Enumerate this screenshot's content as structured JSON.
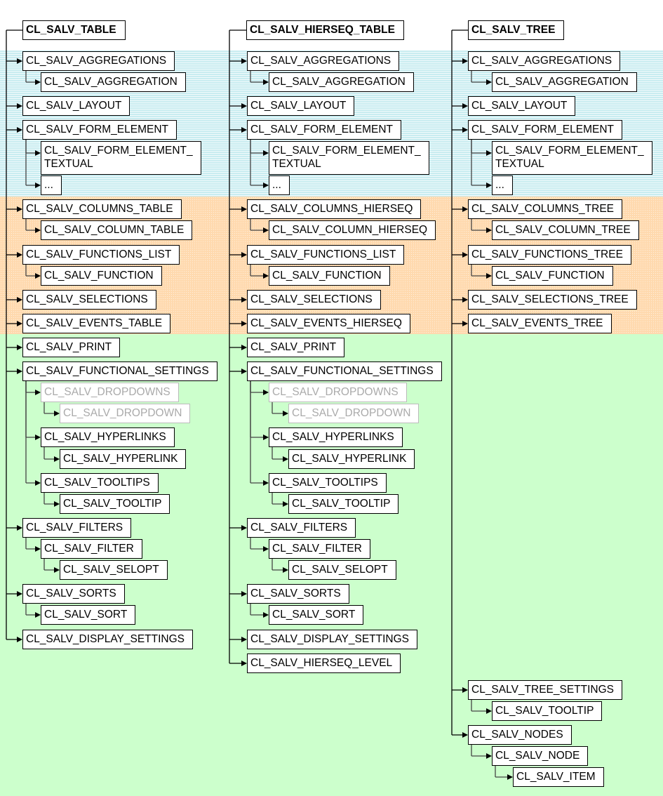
{
  "colors": {
    "band_blue": "#c8ecf0",
    "band_orange": "#ffd9ae",
    "band_green": "#ccffcc",
    "connector": "#000000",
    "disabled_text": "#aaaaaa"
  },
  "columns": [
    {
      "root": "CL_SALV_TABLE",
      "nodes": [
        {
          "label": "CL_SALV_AGGREGATIONS",
          "level": 1
        },
        {
          "label": "CL_SALV_AGGREGATION",
          "level": 2
        },
        {
          "label": "CL_SALV_LAYOUT",
          "level": 1
        },
        {
          "label": "CL_SALV_FORM_ELEMENT",
          "level": 1
        },
        {
          "label": "CL_SALV_FORM_ELEMENT_\nTEXTUAL",
          "level": 2
        },
        {
          "label": "...",
          "level": 2
        },
        {
          "label": "CL_SALV_COLUMNS_TABLE",
          "level": 1
        },
        {
          "label": "CL_SALV_COLUMN_TABLE",
          "level": 2
        },
        {
          "label": "CL_SALV_FUNCTIONS_LIST",
          "level": 1
        },
        {
          "label": "CL_SALV_FUNCTION",
          "level": 2
        },
        {
          "label": "CL_SALV_SELECTIONS",
          "level": 1
        },
        {
          "label": "CL_SALV_EVENTS_TABLE",
          "level": 1
        },
        {
          "label": "CL_SALV_PRINT",
          "level": 1
        },
        {
          "label": "CL_SALV_FUNCTIONAL_SETTINGS",
          "level": 1
        },
        {
          "label": "CL_SALV_DROPDOWNS",
          "level": 2,
          "disabled": true
        },
        {
          "label": "CL_SALV_DROPDOWN",
          "level": 3,
          "disabled": true
        },
        {
          "label": "CL_SALV_HYPERLINKS",
          "level": 2
        },
        {
          "label": "CL_SALV_HYPERLINK",
          "level": 3
        },
        {
          "label": "CL_SALV_TOOLTIPS",
          "level": 2
        },
        {
          "label": "CL_SALV_TOOLTIP",
          "level": 3
        },
        {
          "label": "CL_SALV_FILTERS",
          "level": 1
        },
        {
          "label": "CL_SALV_FILTER",
          "level": 2
        },
        {
          "label": "CL_SALV_SELOPT",
          "level": 3
        },
        {
          "label": "CL_SALV_SORTS",
          "level": 1
        },
        {
          "label": "CL_SALV_SORT",
          "level": 2
        },
        {
          "label": "CL_SALV_DISPLAY_SETTINGS",
          "level": 1
        }
      ]
    },
    {
      "root": "CL_SALV_HIERSEQ_TABLE",
      "nodes": [
        {
          "label": "CL_SALV_AGGREGATIONS",
          "level": 1
        },
        {
          "label": "CL_SALV_AGGREGATION",
          "level": 2
        },
        {
          "label": "CL_SALV_LAYOUT",
          "level": 1
        },
        {
          "label": "CL_SALV_FORM_ELEMENT",
          "level": 1
        },
        {
          "label": "CL_SALV_FORM_ELEMENT_\nTEXTUAL",
          "level": 2
        },
        {
          "label": "...",
          "level": 2
        },
        {
          "label": "CL_SALV_COLUMNS_HIERSEQ",
          "level": 1
        },
        {
          "label": "CL_SALV_COLUMN_HIERSEQ",
          "level": 2
        },
        {
          "label": "CL_SALV_FUNCTIONS_LIST",
          "level": 1
        },
        {
          "label": "CL_SALV_FUNCTION",
          "level": 2
        },
        {
          "label": "CL_SALV_SELECTIONS",
          "level": 1
        },
        {
          "label": "CL_SALV_EVENTS_HIERSEQ",
          "level": 1
        },
        {
          "label": "CL_SALV_PRINT",
          "level": 1
        },
        {
          "label": "CL_SALV_FUNCTIONAL_SETTINGS",
          "level": 1
        },
        {
          "label": "CL_SALV_DROPDOWNS",
          "level": 2,
          "disabled": true
        },
        {
          "label": "CL_SALV_DROPDOWN",
          "level": 3,
          "disabled": true
        },
        {
          "label": "CL_SALV_HYPERLINKS",
          "level": 2
        },
        {
          "label": "CL_SALV_HYPERLINK",
          "level": 3
        },
        {
          "label": "CL_SALV_TOOLTIPS",
          "level": 2
        },
        {
          "label": "CL_SALV_TOOLTIP",
          "level": 3
        },
        {
          "label": "CL_SALV_FILTERS",
          "level": 1
        },
        {
          "label": "CL_SALV_FILTER",
          "level": 2
        },
        {
          "label": "CL_SALV_SELOPT",
          "level": 3
        },
        {
          "label": "CL_SALV_SORTS",
          "level": 1
        },
        {
          "label": "CL_SALV_SORT",
          "level": 2
        },
        {
          "label": "CL_SALV_DISPLAY_SETTINGS",
          "level": 1
        },
        {
          "label": "CL_SALV_HIERSEQ_LEVEL",
          "level": 1
        }
      ]
    },
    {
      "root": "CL_SALV_TREE",
      "nodes": [
        {
          "label": "CL_SALV_AGGREGATIONS",
          "level": 1
        },
        {
          "label": "CL_SALV_AGGREGATION",
          "level": 2
        },
        {
          "label": "CL_SALV_LAYOUT",
          "level": 1
        },
        {
          "label": "CL_SALV_FORM_ELEMENT",
          "level": 1
        },
        {
          "label": "CL_SALV_FORM_ELEMENT_\nTEXTUAL",
          "level": 2
        },
        {
          "label": "...",
          "level": 2
        },
        {
          "label": "CL_SALV_COLUMNS_TREE",
          "level": 1
        },
        {
          "label": "CL_SALV_COLUMN_TREE",
          "level": 2
        },
        {
          "label": "CL_SALV_FUNCTIONS_TREE",
          "level": 1
        },
        {
          "label": "CL_SALV_FUNCTION",
          "level": 2
        },
        {
          "label": "CL_SALV_SELECTIONS_TREE",
          "level": 1
        },
        {
          "label": "CL_SALV_EVENTS_TREE",
          "level": 1
        },
        {
          "label": "CL_SALV_TREE_SETTINGS",
          "level": 1
        },
        {
          "label": "CL_SALV_TOOLTIP",
          "level": 2
        },
        {
          "label": "CL_SALV_NODES",
          "level": 1
        },
        {
          "label": "CL_SALV_NODE",
          "level": 2
        },
        {
          "label": "CL_SALV_ITEM",
          "level": 3
        }
      ]
    }
  ]
}
